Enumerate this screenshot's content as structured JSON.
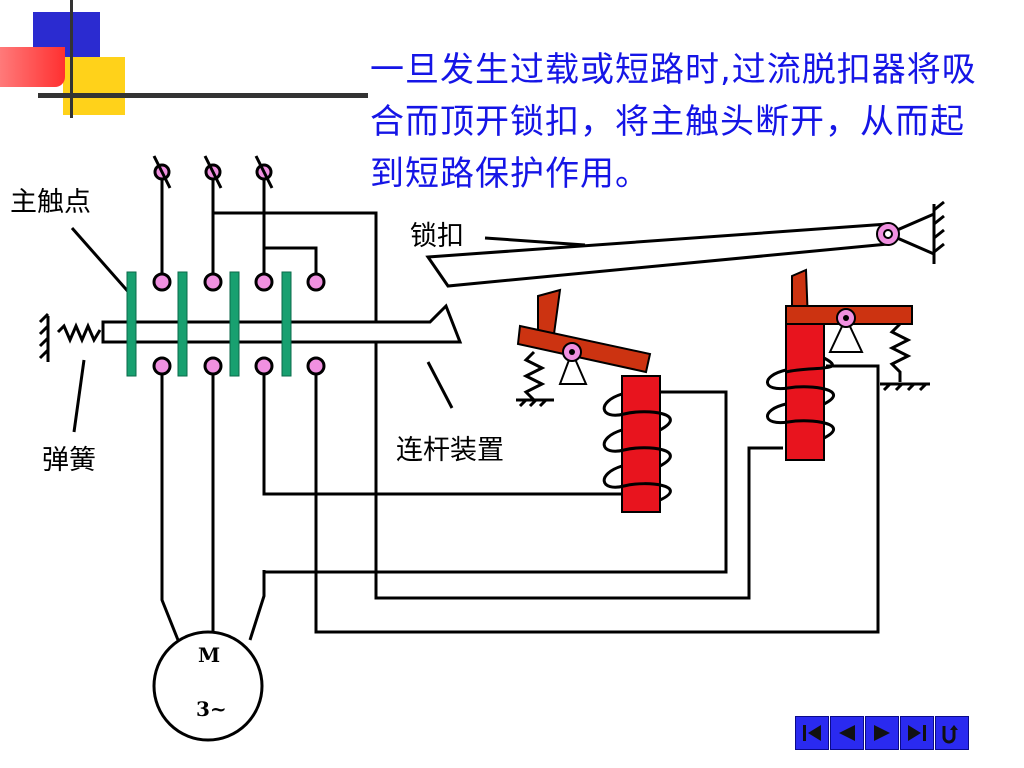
{
  "slide": {
    "text": "一旦发生过载或短路时,过流脱扣器将吸合而顶开锁扣，将主触头断开，从而起到短路保护作用。"
  },
  "labels": {
    "main_contacts": "主触点",
    "spring": "弹簧",
    "latch": "锁扣",
    "linkage": "连杆装置"
  },
  "motor": {
    "line1": "M",
    "line2": "3~"
  },
  "colors": {
    "title": "#1515e6",
    "contact_bar": "#18a070",
    "coil_core": "#e8141e",
    "lever": "#cc3311",
    "terminal": "#f090e0",
    "nav": "#2a2af0"
  },
  "nav": [
    "first-icon",
    "previous-icon",
    "next-icon",
    "last-icon",
    "return-icon"
  ]
}
